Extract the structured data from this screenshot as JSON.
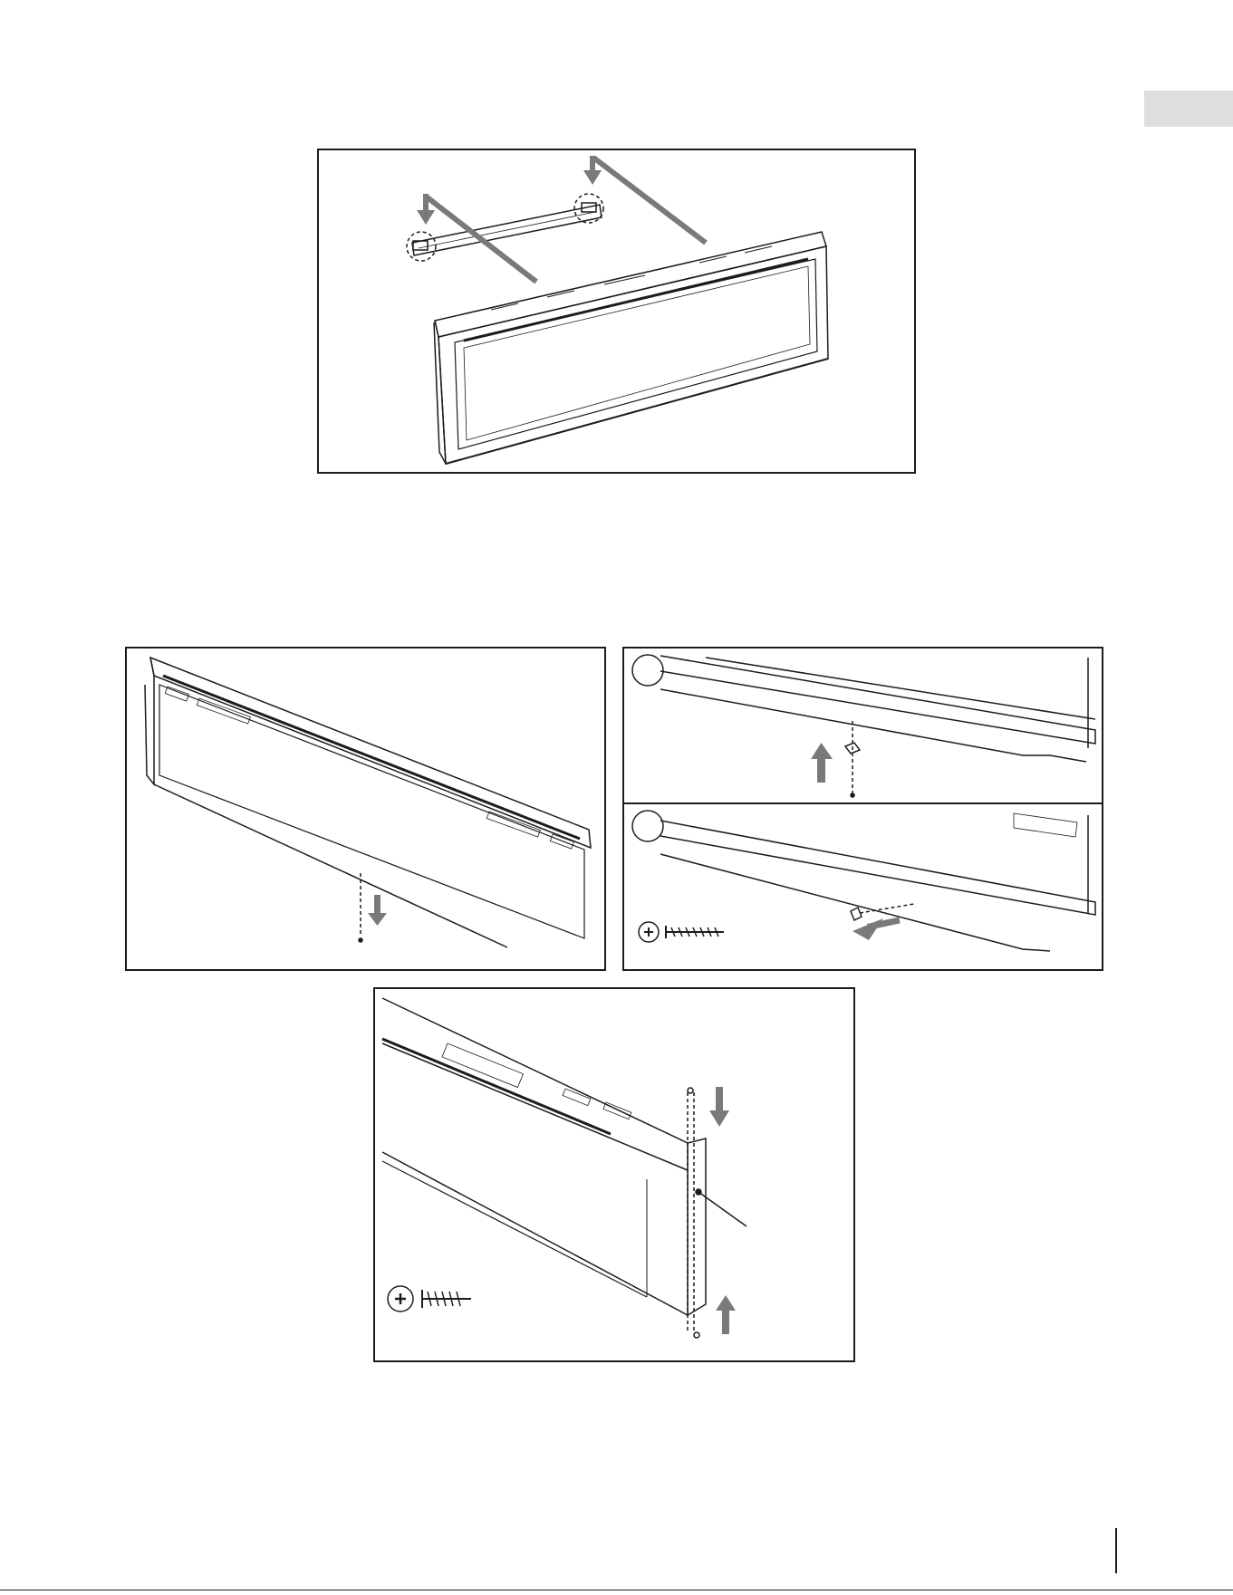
{
  "page": {
    "language_tab": "",
    "page_number": ""
  },
  "figures": [
    {
      "id": "fig-wall-bracket",
      "caption": "",
      "step_labels": []
    },
    {
      "id": "fig-bottom-screw",
      "caption": "",
      "step_labels": []
    },
    {
      "id": "fig-step-1",
      "caption": "",
      "step_label": ""
    },
    {
      "id": "fig-step-2",
      "caption": "",
      "step_label": ""
    },
    {
      "id": "fig-side-screws",
      "caption": "",
      "step_labels": []
    }
  ],
  "colors": {
    "line": "#1c1c1c",
    "arrow": "#7a7a7a",
    "tab": "#dedede"
  },
  "icons": [
    "phillips-screwdriver-icon",
    "screw-icon",
    "arrow-down-icon",
    "arrow-up-icon",
    "arrow-left-icon"
  ]
}
